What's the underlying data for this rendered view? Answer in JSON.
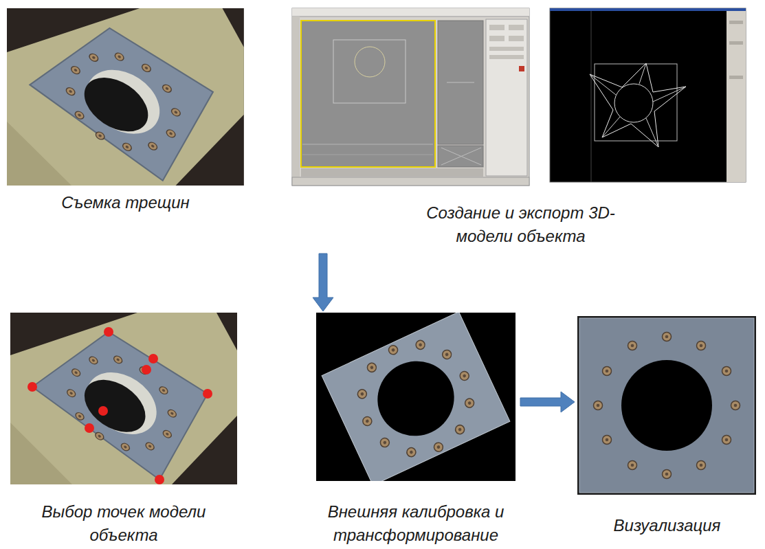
{
  "diagram": {
    "nodes": [
      {
        "text": [
          "Съемка трещин"
        ]
      },
      {
        "text": [
          "Создание и экспорт 3D-модели объекта"
        ]
      },
      {
        "text": [
          "Выбор точек модели объекта"
        ]
      },
      {
        "text": [
          "Внешняя калибровка и трансформирование"
        ]
      },
      {
        "text": [
          "Визуализация"
        ]
      }
    ],
    "edges": [
      {
        "from": 1,
        "to": 3,
        "arrow": "to"
      },
      {
        "from": 3,
        "to": 4,
        "arrow": "to"
      }
    ]
  }
}
